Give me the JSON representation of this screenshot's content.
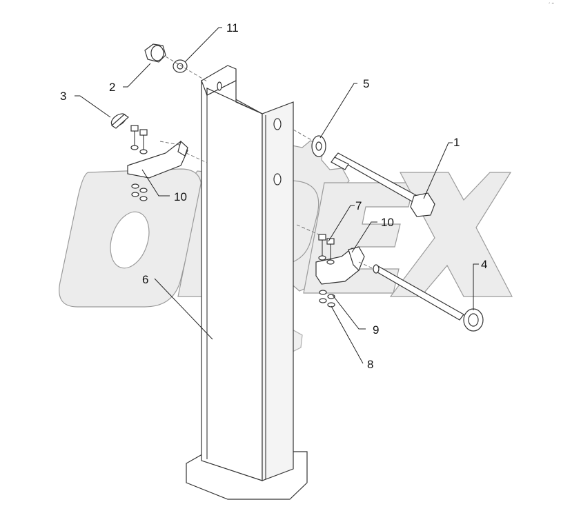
{
  "watermark": {
    "text": "OPEX"
  },
  "callouts": {
    "c1": "1",
    "c2": "2",
    "c3": "3",
    "c4": "4",
    "c5": "5",
    "c6": "6",
    "c7": "7",
    "c8": "8",
    "c9": "9",
    "c10a": "10",
    "c10b": "10",
    "c11": "11"
  },
  "corner_mark": "´ ˜"
}
